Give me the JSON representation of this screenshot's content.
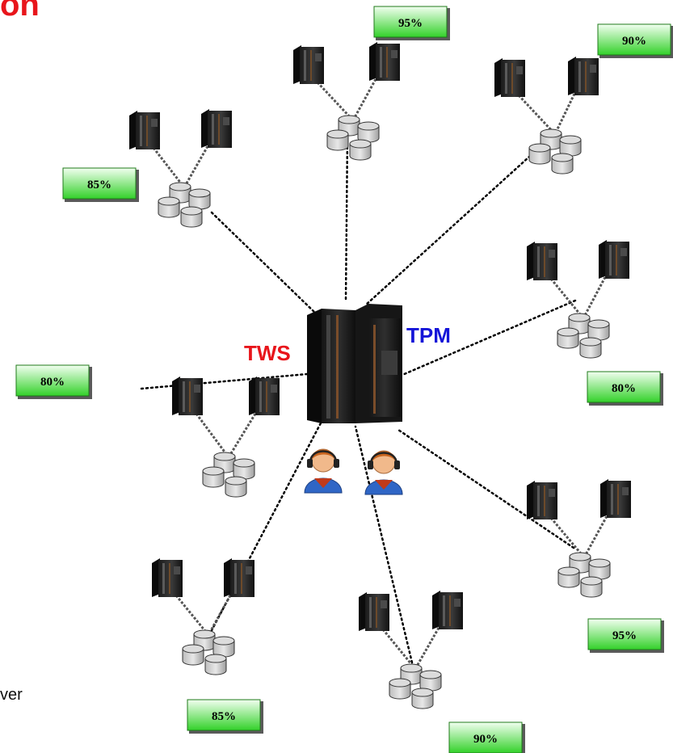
{
  "fragments": {
    "title_fragment": "on",
    "text_fragment": "ver"
  },
  "hub": {
    "left_label": "TWS",
    "right_label": "TPM",
    "left_color": "#e8151b",
    "right_color": "#1414d8"
  },
  "operators": [
    {
      "icon": "operator-headset-icon"
    },
    {
      "icon": "operator-headset-icon"
    }
  ],
  "clusters": [
    {
      "id": "top-center",
      "utilization": "95%"
    },
    {
      "id": "top-right",
      "utilization": "90%"
    },
    {
      "id": "upper-left",
      "utilization": "85%"
    },
    {
      "id": "right",
      "utilization": "80%"
    },
    {
      "id": "left",
      "utilization": "80%"
    },
    {
      "id": "lower-right",
      "utilization": "95%"
    },
    {
      "id": "bottom-left",
      "utilization": "85%"
    },
    {
      "id": "bottom-center",
      "utilization": "90%"
    }
  ],
  "colors": {
    "badge_top": "#f2fff0",
    "badge_bottom": "#33d12a",
    "connector": "#000000"
  }
}
